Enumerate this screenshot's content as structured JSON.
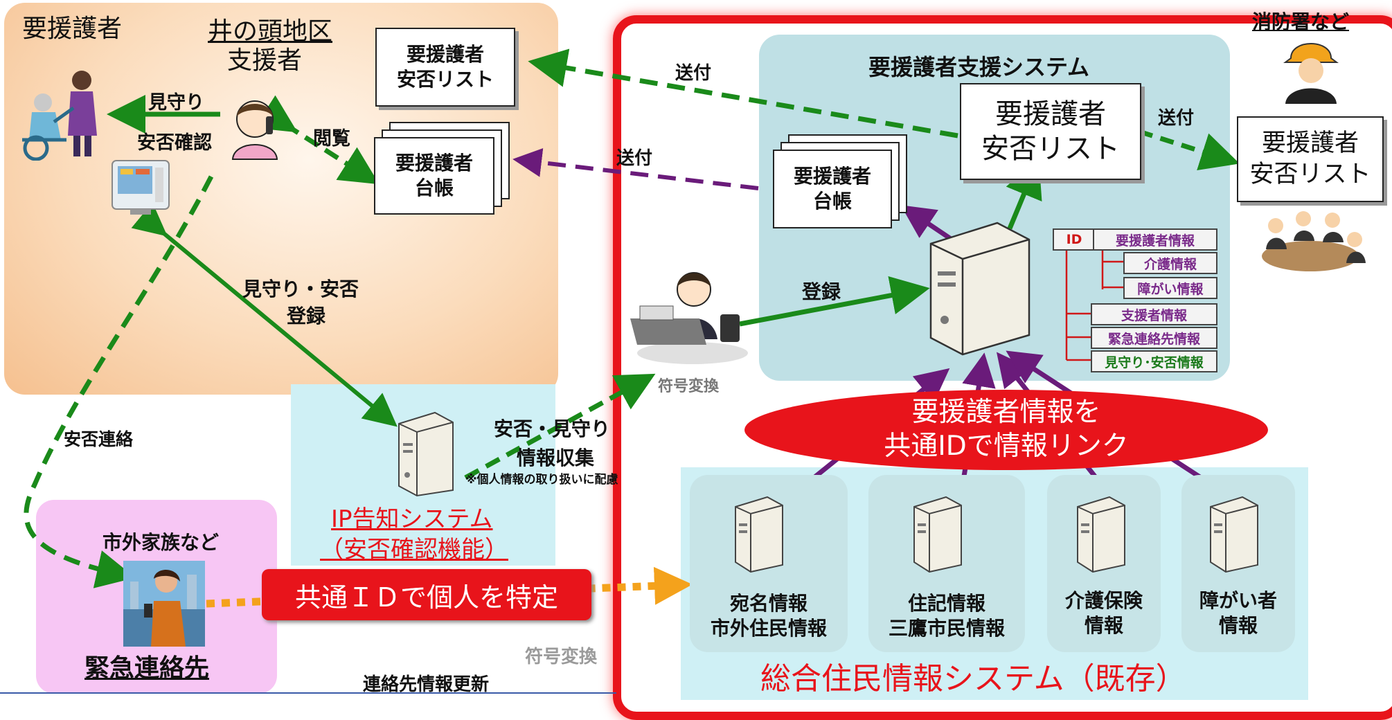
{
  "colors": {
    "orange_panel": "#f7c89a",
    "cyan_panel": "#cfeff4",
    "teal_box": "#bfe0e5",
    "red_frame": "#e8141b",
    "green_arrow": "#1a8a1a",
    "purple_arrow": "#6a1b7a",
    "pink_panel": "#f6c8f2",
    "orange_arrow": "#f4a21c"
  },
  "left_panel": {
    "youengosha": "要援護者",
    "district_title": "井の頭地区",
    "district_sub": "支援者",
    "mimamori": "見守り",
    "anpi_kakunin": "安否確認",
    "etsuran": "閲覧",
    "mimamori_anpi_line1": "見守り・安否",
    "mimamori_anpi_line2": "登録",
    "list_doc_line1": "要援護者",
    "list_doc_line2": "安否リスト",
    "ledger_line1": "要援護者",
    "ledger_line2": "台帳"
  },
  "anpi_renraku": "安否連絡",
  "ip_system": {
    "collect_line1": "安否・見守り",
    "collect_line2": "情報収集",
    "note": "※個人情報の取り扱いに配慮",
    "name_line1": "IP告知システム",
    "name_line2": "（安否確認機能）"
  },
  "emergency": {
    "family": "市外家族など",
    "title": "緊急連絡先"
  },
  "common_id_label": "共通ＩＤで個人を特定",
  "fugou_henkan_bottom": "符号変換",
  "renrakusaki_koushin": "連絡先情報更新",
  "fugou_henkan_top": "符号変換",
  "support_system": {
    "title": "要援護者支援システム",
    "sofu_left": "送付",
    "sofu_purple": "送付",
    "sofu_right": "送付",
    "toroku": "登録",
    "list_line1": "要援護者",
    "list_line2": "安否リスト",
    "ledger_line1": "要援護者",
    "ledger_line2": "台帳",
    "id_label": "ID",
    "tree": [
      "要援護者情報",
      "介護情報",
      "障がい情報",
      "支援者情報",
      "緊急連絡先情報",
      "見守り･安否情報"
    ]
  },
  "fire_dept": {
    "title": "消防署など",
    "list_line1": "要援護者",
    "list_line2": "安否リスト"
  },
  "link_oval": {
    "line1": "要援護者情報を",
    "line2": "共通IDで情報リンク"
  },
  "resident_system": {
    "title": "総合住民情報システム（既存）",
    "servers": [
      {
        "line1": "宛名情報",
        "line2": "市外住民情報"
      },
      {
        "line1": "住記情報",
        "line2": "三鷹市民情報"
      },
      {
        "line1": "介護保険",
        "line2": "情報"
      },
      {
        "line1": "障がい者",
        "line2": "情報"
      }
    ]
  }
}
